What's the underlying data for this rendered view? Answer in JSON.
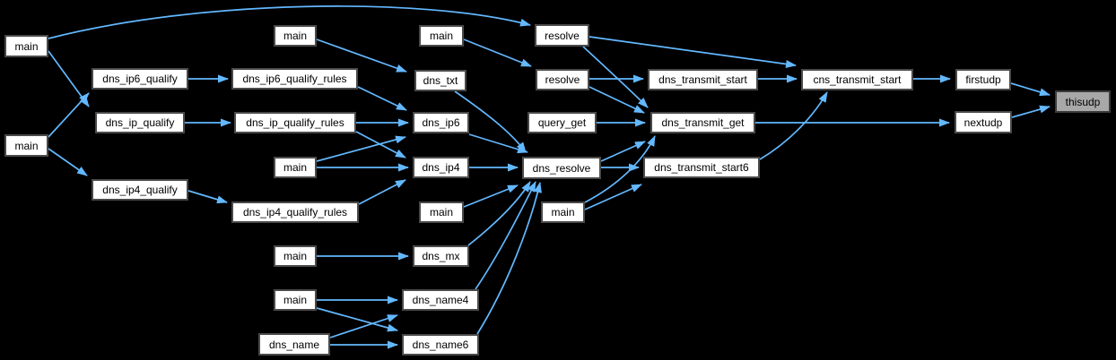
{
  "diagram": {
    "kind": "call-graph",
    "colors": {
      "edge": "#63b8ff",
      "node_fill": "#ffffff",
      "node_border": "#4a4a4a",
      "target_fill": "#a8a8a8",
      "target_border": "#3c3c3c",
      "background": "#000000",
      "text": "#000000"
    },
    "nodes": [
      {
        "id": "main1",
        "label": "main"
      },
      {
        "id": "main2",
        "label": "main"
      },
      {
        "id": "dns_ip6_qualify",
        "label": "dns_ip6_qualify"
      },
      {
        "id": "dns_ip_qualify",
        "label": "dns_ip_qualify"
      },
      {
        "id": "dns_ip4_qualify",
        "label": "dns_ip4_qualify"
      },
      {
        "id": "dns_ip6_qualify_rules",
        "label": "dns_ip6_qualify_rules"
      },
      {
        "id": "dns_ip_qualify_rules",
        "label": "dns_ip_qualify_rules"
      },
      {
        "id": "dns_ip4_qualify_rules",
        "label": "dns_ip4_qualify_rules"
      },
      {
        "id": "main3",
        "label": "main"
      },
      {
        "id": "main4",
        "label": "main"
      },
      {
        "id": "main5",
        "label": "main"
      },
      {
        "id": "main6",
        "label": "main"
      },
      {
        "id": "dns_name",
        "label": "dns_name"
      },
      {
        "id": "main7",
        "label": "main"
      },
      {
        "id": "dns_txt",
        "label": "dns_txt"
      },
      {
        "id": "dns_ip6",
        "label": "dns_ip6"
      },
      {
        "id": "dns_ip4",
        "label": "dns_ip4"
      },
      {
        "id": "main8",
        "label": "main"
      },
      {
        "id": "dns_mx",
        "label": "dns_mx"
      },
      {
        "id": "dns_name4",
        "label": "dns_name4"
      },
      {
        "id": "dns_name6",
        "label": "dns_name6"
      },
      {
        "id": "resolve1",
        "label": "resolve"
      },
      {
        "id": "resolve2",
        "label": "resolve"
      },
      {
        "id": "query_get",
        "label": "query_get"
      },
      {
        "id": "dns_resolve",
        "label": "dns_resolve"
      },
      {
        "id": "main9",
        "label": "main"
      },
      {
        "id": "dns_transmit_start",
        "label": "dns_transmit_start"
      },
      {
        "id": "dns_transmit_get",
        "label": "dns_transmit_get"
      },
      {
        "id": "dns_transmit_start6",
        "label": "dns_transmit_start6"
      },
      {
        "id": "cns_transmit_start",
        "label": "cns_transmit_start"
      },
      {
        "id": "firstudp",
        "label": "firstudp"
      },
      {
        "id": "nextudp",
        "label": "nextudp"
      },
      {
        "id": "thisudp",
        "label": "thisudp",
        "highlighted": true
      }
    ],
    "edges": [
      [
        "main1",
        "resolve1"
      ],
      [
        "main1",
        "dns_ip_qualify"
      ],
      [
        "main2",
        "dns_ip6_qualify"
      ],
      [
        "main2",
        "dns_ip4_qualify"
      ],
      [
        "dns_ip6_qualify",
        "dns_ip6_qualify_rules"
      ],
      [
        "dns_ip_qualify",
        "dns_ip_qualify_rules"
      ],
      [
        "dns_ip4_qualify",
        "dns_ip4_qualify_rules"
      ],
      [
        "dns_ip6_qualify_rules",
        "dns_ip6"
      ],
      [
        "dns_ip_qualify_rules",
        "dns_ip6"
      ],
      [
        "dns_ip_qualify_rules",
        "dns_ip4"
      ],
      [
        "dns_ip4_qualify_rules",
        "dns_ip4"
      ],
      [
        "main3",
        "dns_txt"
      ],
      [
        "main4",
        "dns_ip6"
      ],
      [
        "main4",
        "dns_ip4"
      ],
      [
        "main5",
        "dns_mx"
      ],
      [
        "main6",
        "dns_name4"
      ],
      [
        "main6",
        "dns_name6"
      ],
      [
        "dns_name",
        "dns_name4"
      ],
      [
        "dns_name",
        "dns_name6"
      ],
      [
        "main7",
        "resolve2"
      ],
      [
        "dns_txt",
        "dns_resolve"
      ],
      [
        "dns_ip6",
        "dns_resolve"
      ],
      [
        "dns_ip4",
        "dns_resolve"
      ],
      [
        "main8",
        "dns_resolve"
      ],
      [
        "dns_mx",
        "dns_resolve"
      ],
      [
        "dns_name4",
        "dns_resolve"
      ],
      [
        "dns_name6",
        "dns_resolve"
      ],
      [
        "resolve1",
        "cns_transmit_start"
      ],
      [
        "resolve1",
        "dns_transmit_get"
      ],
      [
        "resolve2",
        "dns_transmit_start"
      ],
      [
        "resolve2",
        "dns_transmit_get"
      ],
      [
        "query_get",
        "dns_transmit_get"
      ],
      [
        "dns_resolve",
        "dns_transmit_get"
      ],
      [
        "dns_resolve",
        "dns_transmit_start6"
      ],
      [
        "main9",
        "dns_transmit_get"
      ],
      [
        "main9",
        "dns_transmit_start6"
      ],
      [
        "dns_transmit_start",
        "cns_transmit_start"
      ],
      [
        "dns_transmit_start6",
        "cns_transmit_start"
      ],
      [
        "cns_transmit_start",
        "firstudp"
      ],
      [
        "dns_transmit_get",
        "nextudp"
      ],
      [
        "firstudp",
        "thisudp"
      ],
      [
        "nextudp",
        "thisudp"
      ]
    ]
  }
}
